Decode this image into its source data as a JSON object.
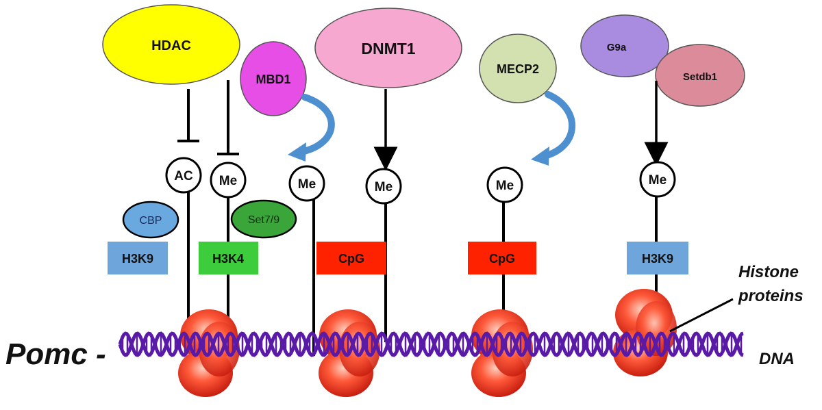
{
  "gene_label": "Pomc -",
  "dna_label": "DNA",
  "histone_label": [
    "Histone",
    "proteins"
  ],
  "enzymes": {
    "hdac": "HDAC",
    "mbd1": "MBD1",
    "dnmt1": "DNMT1",
    "mecp2": "MECP2",
    "g9a": "G9a",
    "setdb1": "Setdb1",
    "cbp": "CBP",
    "set79": "Set7/9"
  },
  "marks": {
    "ac": "AC",
    "me": "Me"
  },
  "sites": {
    "h3k9_1": "H3K9",
    "h3k4": "H3K4",
    "cpg_1": "CpG",
    "cpg_2": "CpG",
    "h3k9_2": "H3K9"
  },
  "colors": {
    "hdac": "#ffff00",
    "mbd1": "#e64ee6",
    "dnmt1": "#f7a8d0",
    "mecp2": "#d3e0b0",
    "g9a": "#a98be0",
    "setdb1": "#dc8b9a",
    "cbp": "#6aa9e0",
    "set79": "#3aa63a",
    "h3k9": "#6ea6dc",
    "h3k4": "#3ccc3c",
    "cpg": "#ff2200",
    "arrow_blue": "#4e8fd0",
    "dna": "#5a1aa8",
    "histone": "#ff4a2a"
  }
}
